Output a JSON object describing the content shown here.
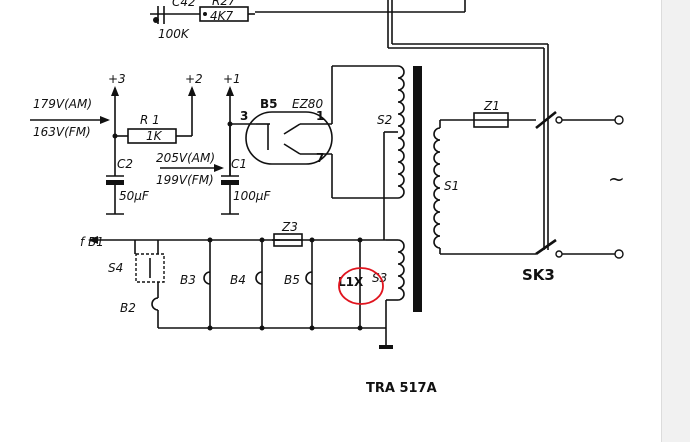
{
  "labels": {
    "c42": "C42",
    "r27": "R27",
    "c42_value": "100K",
    "r27_value": "4K7",
    "plus3": "+3",
    "plus2": "+2",
    "plus1": "+1",
    "v179": "179V(AM)",
    "v163": "163V(FM)",
    "r1": "R 1",
    "r1_value": "1K",
    "c2": "C2",
    "c2_value": "50µF",
    "v205": "205V(AM)",
    "v199": "199V(FM)",
    "c1": "C1",
    "c1_value": "100µF",
    "b5_tube": "B5",
    "ez80": "EZ80",
    "pin3": "3",
    "pin1": "1",
    "pin7": "7",
    "s2": "S2",
    "s1": "S1",
    "s3": "S3",
    "z1": "Z1",
    "z3": "Z3",
    "fb1": "f B1",
    "s4": "S4",
    "b2": "B2",
    "b3": "B3",
    "b4": "B4",
    "b5": "B5",
    "l1x": "L1X",
    "sk3": "SK3",
    "ac": "~",
    "transformer": "TRA 517A"
  },
  "colors": {
    "ink": "#111111",
    "annotation": "#e0141e",
    "background": "#ffffff"
  }
}
